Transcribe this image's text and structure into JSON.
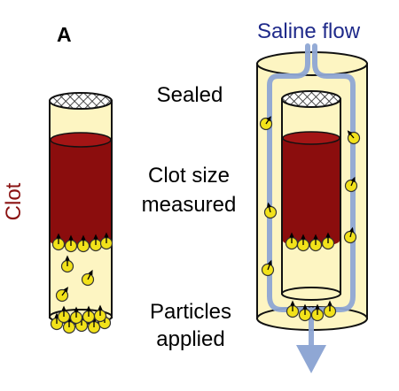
{
  "panel_label": "A",
  "flow_label": "Saline flow",
  "clot_label": "Clot",
  "steps": {
    "sealed": "Sealed",
    "clot_size_line1": "Clot size",
    "clot_size_line2": "measured",
    "particles_line1": "Particles",
    "particles_line2": "applied"
  },
  "colors": {
    "tube_fill": "#fdf5c2",
    "clot": "#8b0d0d",
    "particle": "#f2e21a",
    "flow": "#8fa7d4",
    "flow_text": "#1f2a8a"
  },
  "icons": [
    "mesh-seal-icon",
    "particle-icon",
    "direction-arrow-icon",
    "flow-arrow-icon"
  ]
}
